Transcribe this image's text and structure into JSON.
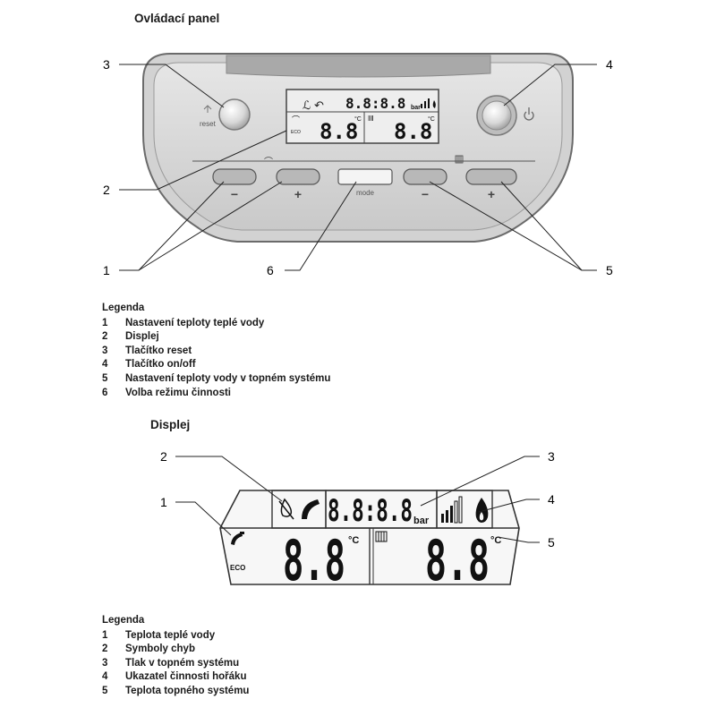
{
  "panel": {
    "title": "Ovládací panel",
    "button_labels": {
      "minus1": "−",
      "plus1": "+",
      "mode": "mode",
      "minus2": "−",
      "plus2": "+"
    },
    "reset_label": "reset",
    "callouts": [
      "3",
      "4",
      "2",
      "1",
      "6",
      "5"
    ],
    "legend_title": "Legenda",
    "legend": [
      {
        "num": "1",
        "text": "Nastavení teploty teplé vody"
      },
      {
        "num": "2",
        "text": "Displej"
      },
      {
        "num": "3",
        "text": "Tlačítko reset"
      },
      {
        "num": "4",
        "text": "Tlačítko on/off"
      },
      {
        "num": "5",
        "text": "Nastavení teploty vody v topném systému"
      },
      {
        "num": "6",
        "text": "Volba režimu činnosti"
      }
    ]
  },
  "display": {
    "title": "Displej",
    "pressure_digits": "8.8:8.8",
    "pressure_unit": "bar",
    "left_temp": "8.8",
    "right_temp": "8.8",
    "degree": "°C",
    "eco": "ECO",
    "callouts": [
      "2",
      "3",
      "1",
      "4",
      "5"
    ],
    "legend_title": "Legenda",
    "legend": [
      {
        "num": "1",
        "text": "Teplota teplé vody"
      },
      {
        "num": "2",
        "text": "Symboly chyb"
      },
      {
        "num": "3",
        "text": "Tlak v topném systému"
      },
      {
        "num": "4",
        "text": "Ukazatel činnosti hořáku"
      },
      {
        "num": "5",
        "text": "Teplota topného systému"
      }
    ]
  },
  "icons": [
    "tap-icon",
    "radiator-icon",
    "power-icon",
    "reset-icon",
    "error-drop-icon",
    "flame-icon",
    "signal-bars-icon"
  ]
}
